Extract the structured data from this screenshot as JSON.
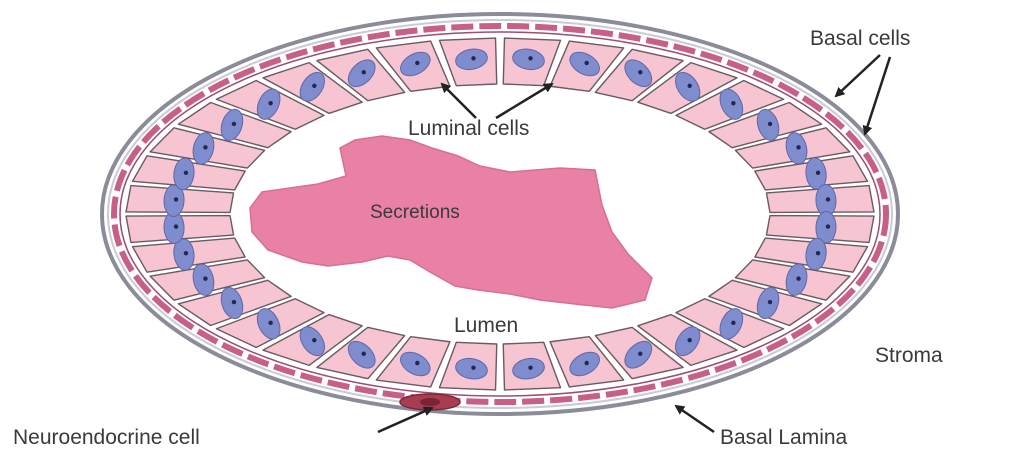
{
  "diagram": {
    "labels": {
      "basal_cells": "Basal cells",
      "luminal_cells": "Luminal cells",
      "secretions": "Secretions",
      "lumen": "Lumen",
      "stroma": "Stroma",
      "neuroendocrine_cell": "Neuroendocrine cell",
      "basal_lamina": "Basal Lamina"
    },
    "luminal_cell_count": 36,
    "colors": {
      "cell_fill": "#f7c4d2",
      "cell_outline": "#6a5a62",
      "nucleus": "#7f8ccd",
      "nucleolus": "#23284f",
      "secretions": "#e981a6",
      "basal_layer": "#c85f87",
      "basal_lamina": "#8a8d99",
      "neuroendocrine": "#a83d52",
      "label_text": "#3a3a3a"
    }
  }
}
